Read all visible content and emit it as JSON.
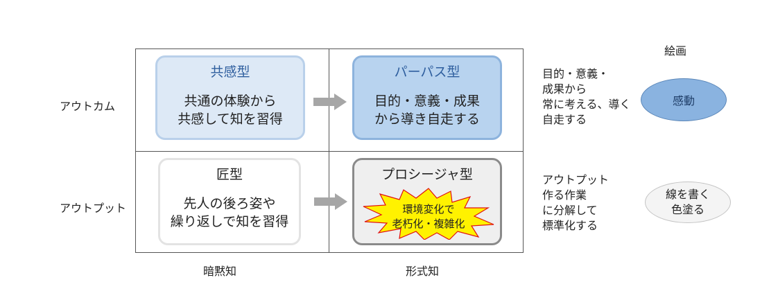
{
  "rows": {
    "outcome": "アウトカム",
    "output": "アウトプット"
  },
  "columns": {
    "tacit": "暗黙知",
    "explicit": "形式知"
  },
  "cards": {
    "empathy": {
      "title": "共感型",
      "line1": "共通の体験から",
      "line2": "共感して知を習得"
    },
    "purpose": {
      "title": "パーパス型",
      "line1": "目的・意義・成果",
      "line2": "から導き自走する"
    },
    "craft": {
      "title": "匠型",
      "line1": "先人の後ろ姿や",
      "line2": "繰り返しで知を習得"
    },
    "procedure": {
      "title": "プロシージャ型",
      "burst_line1": "環境変化で",
      "burst_line2": "老朽化・複雑化"
    }
  },
  "side": {
    "outcome_lines": [
      "目的・意義・",
      "成果から",
      "常に考える、導く",
      "自走する"
    ],
    "output_lines": [
      "アウトプット",
      "作る作業",
      "に分解して",
      "標準化する"
    ]
  },
  "painting": {
    "header": "絵画",
    "kando": "感動",
    "draw_line1": "線を書く",
    "draw_line2": "色塗る"
  },
  "colors": {
    "empathy_fill": "#dde9f6",
    "purpose_fill": "#b8d3ef",
    "burst_fill": "#fff200",
    "burst_stroke": "#e01010",
    "kando_fill": "#8ab3e0",
    "arrow": "#a6a6a6"
  }
}
